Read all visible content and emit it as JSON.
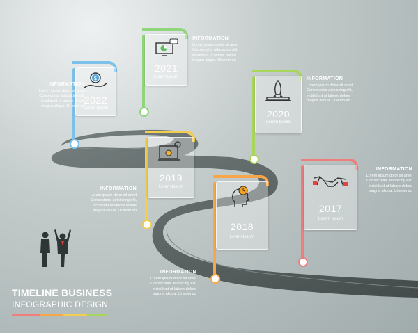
{
  "milestones": [
    {
      "year": "2022",
      "label": "Lorem Ipsum",
      "icon": "money-hand-icon",
      "color": "#7cc1ea"
    },
    {
      "year": "2021",
      "label": "Lorem Ipsum",
      "icon": "monitor-chat-icon",
      "color": "#8fd67a"
    },
    {
      "year": "2020",
      "label": "Lorem Ipsum",
      "icon": "rocket-laptop-icon",
      "color": "#a8d65b"
    },
    {
      "year": "2019",
      "label": "Lorem Ipsum",
      "icon": "laptop-gear-icon",
      "color": "#f2cd4e"
    },
    {
      "year": "2018",
      "label": "Lorem Ipsum",
      "icon": "head-clock-icon",
      "color": "#f7a74a"
    },
    {
      "year": "2017",
      "label": "Lorem Ipsum",
      "icon": "handshake-icon",
      "color": "#f07c7c"
    }
  ],
  "info_blocks": [
    {
      "title": "INFORMATION",
      "body": "Lorem ipsum dolor sit amet\nConsectetur adipiscing elit,\nincididunt ut labore dolore\nmagna aliqua. Ut enim ad"
    },
    {
      "title": "INFORMATION",
      "body": "Lorem ipsum dolor sit amet\nConsectetur adipiscing elit,\nincididunt ut labore dolore\nmagna aliqua. Ut enim ad"
    },
    {
      "title": "INFORMATION",
      "body": "Lorem ipsum dolor sit amet\nConsectetur adipiscing elit,\nincididunt ut labore dolore\nmagna aliqua. Ut enim ad"
    },
    {
      "title": "INFORMATION",
      "body": "Lorem ipsum dolor sit amet\nConsectetur adipiscing elit,\nincididunt ut labore dolore\nmagna aliqua. Ut enim ad"
    },
    {
      "title": "INFORMATION",
      "body": "Lorem ipsum dolor sit amet\nConsectetur adipiscing elit,\nincididunt ut labore dolore\nmagna aliqua. Ut enim ad"
    },
    {
      "title": "INFORMATION",
      "body": "Lorem ipsum dolor sit amet\nConsectetur adipiscing elit,\nincididunt ut labore dolore\nmagna aliqua. Ut enim ad"
    }
  ],
  "brand": {
    "line1": "TIMELINE BUSINESS",
    "line2": "INFOGRAPHIC DESIGN",
    "bar_colors": [
      "#f07c7c",
      "#f7a74a",
      "#f2cd4e",
      "#a8d65b"
    ]
  },
  "illustration": {
    "icon": "business-people-icon"
  }
}
